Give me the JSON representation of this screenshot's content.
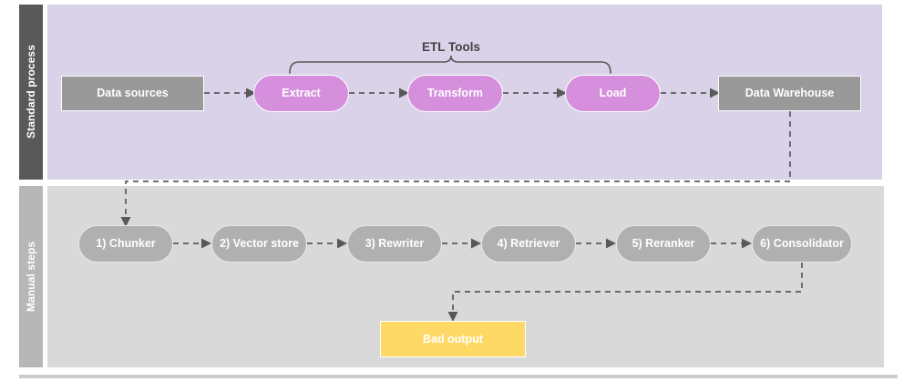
{
  "diagram": {
    "lanes": [
      {
        "id": "standard-process",
        "label": "Standard process",
        "label_bg": "#595959",
        "body_bg": "#d9d2e9"
      },
      {
        "id": "manual-steps",
        "label": "Manual steps",
        "label_bg": "#b7b7b7",
        "body_bg": "#d9d9d9"
      }
    ],
    "annotations": {
      "etl_tools": "ETL Tools"
    },
    "standard_process_nodes": [
      {
        "id": "data-sources",
        "label": "Data sources",
        "shape": "rect",
        "color": "#999999"
      },
      {
        "id": "extract",
        "label": "Extract",
        "shape": "pill",
        "color": "#d58fdd"
      },
      {
        "id": "transform",
        "label": "Transform",
        "shape": "pill",
        "color": "#d58fdd"
      },
      {
        "id": "load",
        "label": "Load",
        "shape": "pill",
        "color": "#d58fdd"
      },
      {
        "id": "data-warehouse",
        "label": "Data Warehouse",
        "shape": "rect",
        "color": "#999999"
      }
    ],
    "manual_steps_nodes": [
      {
        "id": "chunker",
        "label": "1) Chunker",
        "shape": "pill",
        "color": "#b0b0b0"
      },
      {
        "id": "vector-store",
        "label": "2) Vector store",
        "shape": "pill",
        "color": "#b0b0b0"
      },
      {
        "id": "rewriter",
        "label": "3) Rewriter",
        "shape": "pill",
        "color": "#b0b0b0"
      },
      {
        "id": "retriever",
        "label": "4) Retriever",
        "shape": "pill",
        "color": "#b0b0b0"
      },
      {
        "id": "reranker",
        "label": "5) Reranker",
        "shape": "pill",
        "color": "#b0b0b0"
      },
      {
        "id": "consolidator",
        "label": "6) Consolidator",
        "shape": "pill",
        "color": "#b0b0b0"
      }
    ],
    "output_nodes": [
      {
        "id": "bad-output",
        "label": "Bad output",
        "shape": "rect",
        "color": "#ffd966"
      }
    ],
    "connector_style": {
      "stroke": "#595959",
      "dashed": true
    }
  }
}
